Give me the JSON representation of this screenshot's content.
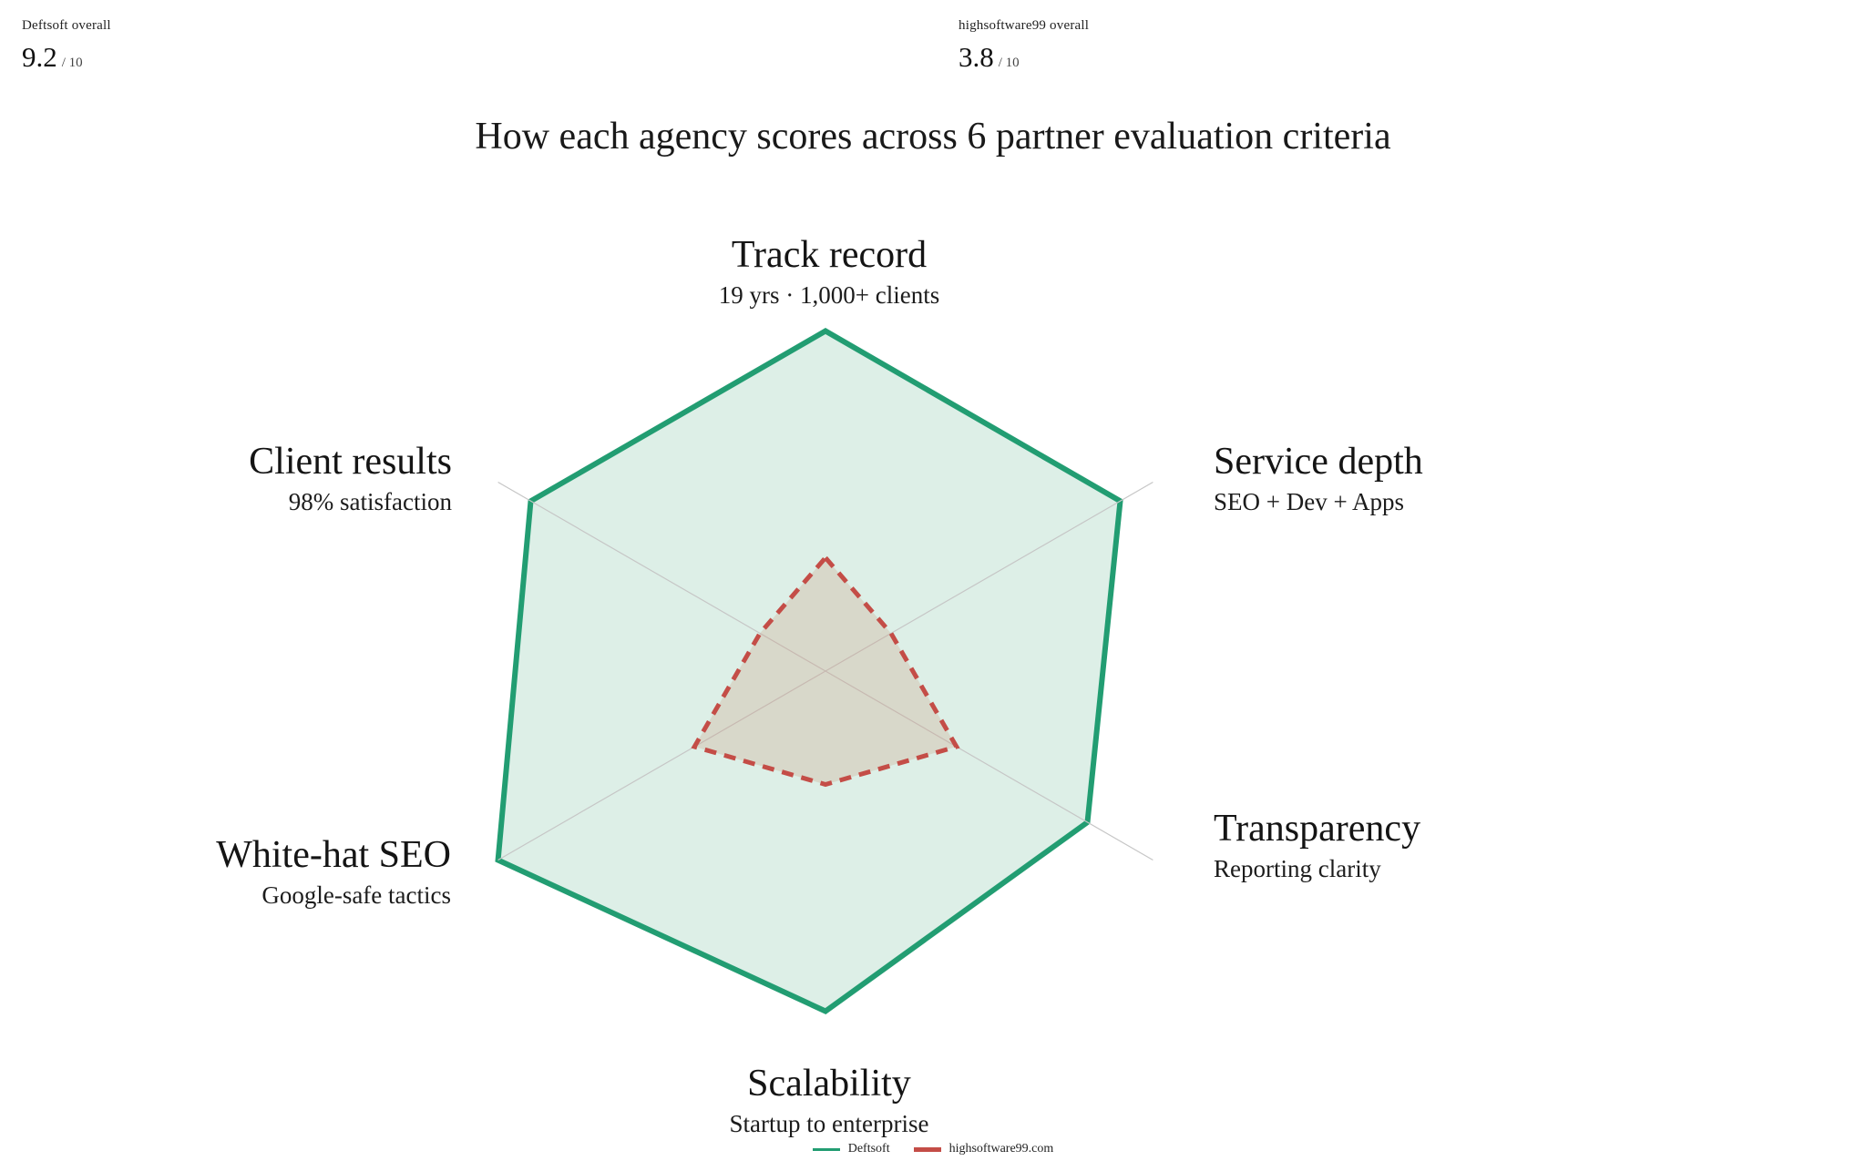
{
  "stats": [
    {
      "label": "Deftsoft overall",
      "value": "9.2",
      "suffix": "/ 10"
    },
    {
      "label": "highsoftware99 overall",
      "value": "3.8",
      "suffix": "/ 10"
    }
  ],
  "title": "How each agency scores across 6 partner evaluation criteria",
  "chart_data": {
    "type": "radar",
    "axes": [
      {
        "label": "Track record",
        "sublabel": "19 yrs · 1,000+ clients"
      },
      {
        "label": "Service depth",
        "sublabel": "SEO + Dev + Apps"
      },
      {
        "label": "Transparency",
        "sublabel": "Reporting clarity"
      },
      {
        "label": "Scalability",
        "sublabel": "Startup to enterprise"
      },
      {
        "label": "White-hat SEO",
        "sublabel": "Google-safe tactics"
      },
      {
        "label": "Client results",
        "sublabel": "98% satisfaction"
      }
    ],
    "scale": {
      "min": 0,
      "max": 10
    },
    "series": [
      {
        "name": "Deftsoft",
        "values": [
          9,
          9,
          8,
          9,
          10,
          9
        ],
        "color": "#229d72",
        "fill": "#ddefe7",
        "style": "solid"
      },
      {
        "name": "highsoftware99.com",
        "values": [
          3,
          2,
          4,
          3,
          4,
          2
        ],
        "color": "#c44d47",
        "fill": "rgba(202,148,114,0.25)",
        "style": "dashed"
      }
    ],
    "layout_hints": {
      "start_axis": "top",
      "direction": "clockwise",
      "grid_spoke_axes": [
        1,
        2,
        4,
        5
      ],
      "grid_color": "#c6c6c6",
      "legend_position": "bottom-center"
    }
  },
  "legend": {
    "items": [
      {
        "label": "Deftsoft",
        "color": "#229d72"
      },
      {
        "label": "highsoftware99.com",
        "color": "#c44d47"
      }
    ]
  }
}
